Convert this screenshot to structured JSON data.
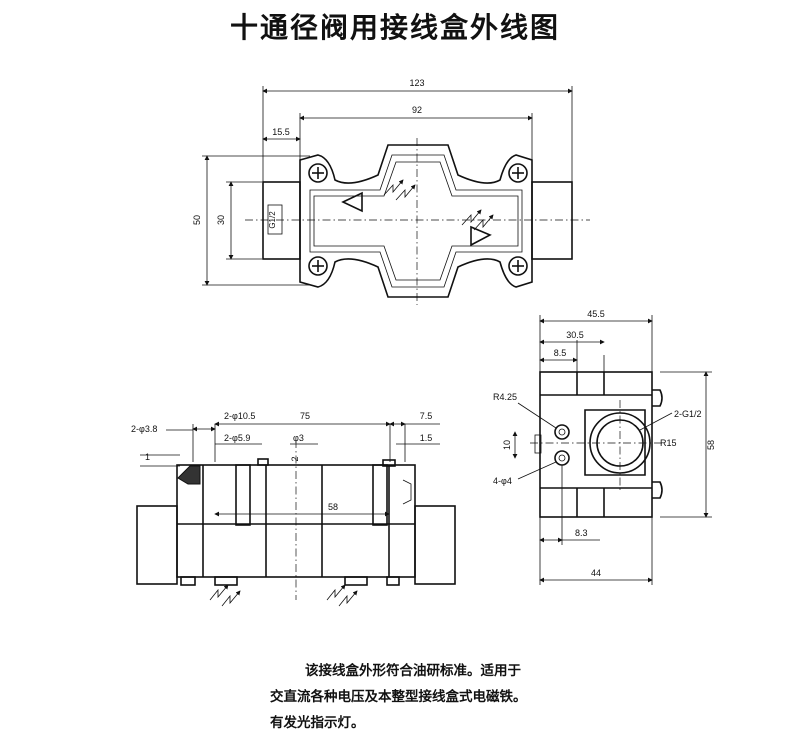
{
  "title": "十通径阀用接线盒外线图",
  "top_view": {
    "dim_overall": "123",
    "dim_inner": "92",
    "dim_left_offset": "15.5",
    "dim_height_outer": "50",
    "dim_height_inner": "30",
    "port_label": "G1/2"
  },
  "front_view": {
    "dim_hole_small": "2-φ3.8",
    "dim_hole_large": "2-φ10.5",
    "dim_span": "75",
    "dim_right": "7.5",
    "dim_hole_mid": "2-φ5.9",
    "dim_pin": "φ3",
    "dim_right_small": "1.5",
    "dim_left_small": "1",
    "dim_center": "2",
    "dim_base": "58"
  },
  "side_view": {
    "dim_width": "45.5",
    "dim_mid": "30.5",
    "dim_small": "8.5",
    "dim_radius_small": "R4.25",
    "dim_thread": "2-G1/2",
    "dim_pitch": "10",
    "dim_radius": "R15",
    "dim_holes": "4-φ4",
    "dim_height": "58",
    "dim_offset": "8.3",
    "dim_bottom": "44"
  },
  "notes": {
    "line1": "该接线盒外形符合油研标准。适用于",
    "line2": "交直流各种电压及本整型接线盒式电磁铁。",
    "line3": "有发光指示灯。"
  }
}
